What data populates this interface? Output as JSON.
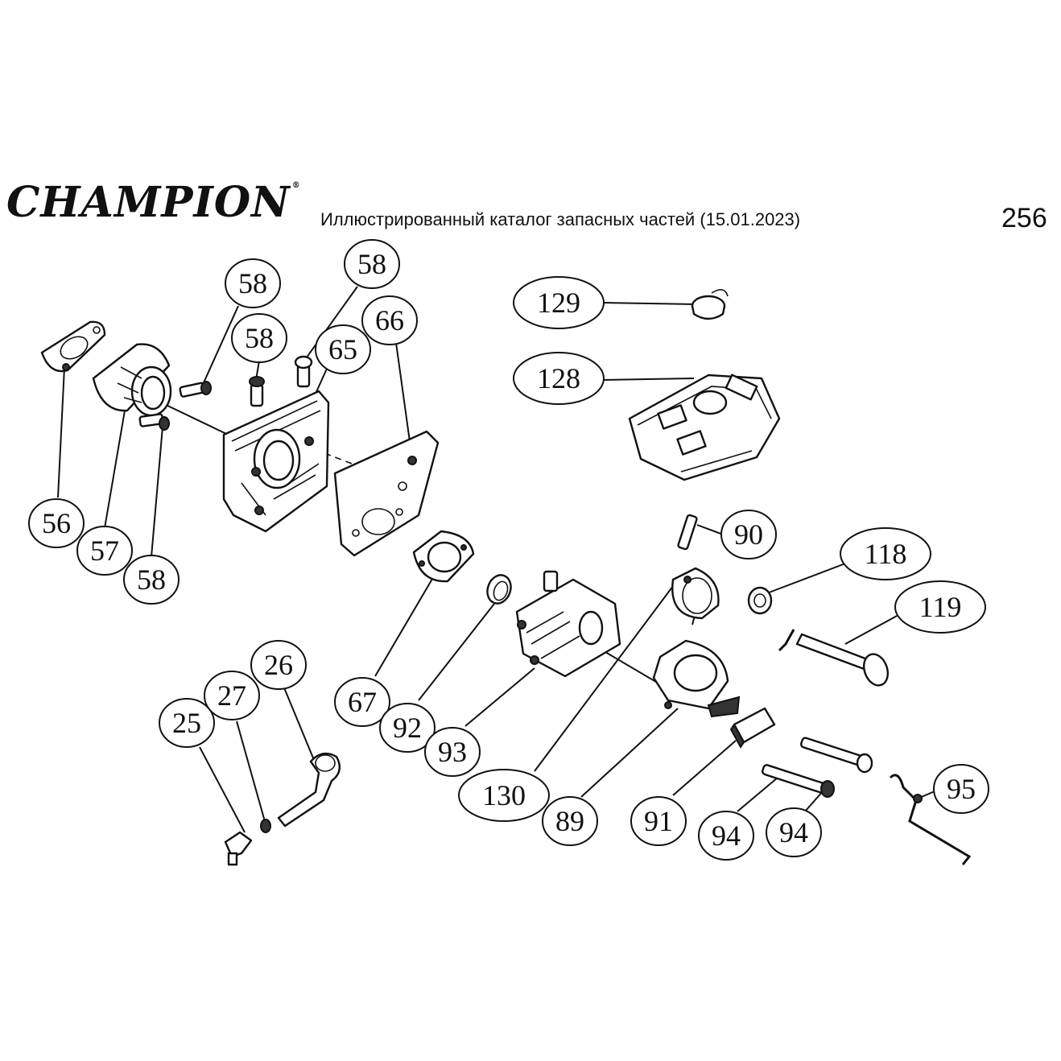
{
  "header": {
    "brand": "CHAMPION",
    "brand_mark": "®",
    "title": "Иллюстрированный каталог запасных частей (15.01.2023)",
    "page_number": "256"
  },
  "callouts": [
    "58",
    "58",
    "58",
    "65",
    "66",
    "56",
    "57",
    "58",
    "129",
    "128",
    "90",
    "118",
    "119",
    "67",
    "92",
    "93",
    "130",
    "89",
    "91",
    "94",
    "94",
    "95",
    "25",
    "27",
    "26"
  ]
}
